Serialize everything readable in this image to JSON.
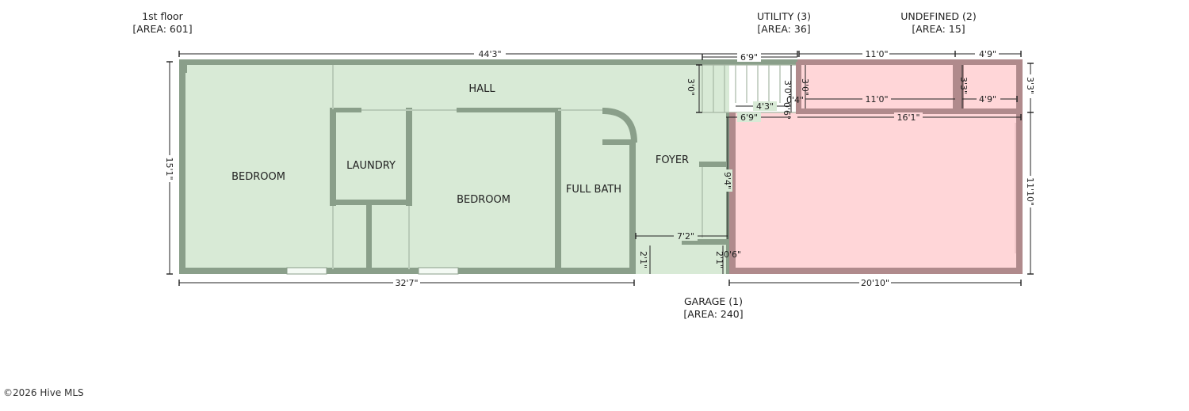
{
  "colors": {
    "living_fill": "#d8ead6",
    "living_wall": "#8a9f8a",
    "garage_fill": "#ffd6d8",
    "garage_wall": "#b08a8c",
    "window": "#f4faf4"
  },
  "headers": {
    "floor": {
      "name": "1st floor",
      "area": "[AREA: 601]"
    },
    "utility": {
      "name": "UTILITY (3)",
      "area": "[AREA: 36]"
    },
    "undefined": {
      "name": "UNDEFINED (2)",
      "area": "[AREA: 15]"
    },
    "garage": {
      "name": "GARAGE (1)",
      "area": "[AREA: 240]"
    }
  },
  "rooms": {
    "hall": "HALL",
    "bedroom_left": "BEDROOM",
    "laundry": "LAUNDRY",
    "bedroom_center": "BEDROOM",
    "full_bath": "FULL BATH",
    "foyer": "FOYER"
  },
  "dimensions": {
    "top_overall": "44'3\"",
    "top_stair": "6'9\"",
    "top_utility": "11'0\"",
    "top_undefined": "4'9\"",
    "left_height": "15'1\"",
    "bottom_living": "32'7\"",
    "bottom_garage": "20'10\"",
    "right_upper": "3'3\"",
    "right_garage": "11'10\"",
    "stair_height": "3'0\"",
    "stair_height_right": "3'0\"",
    "stair_small": "0'4\"",
    "stair_tiny": "0'6\"",
    "stair_inner_width": "4'3\"",
    "stair_lower_width": "6'9\"",
    "utility_height": "3'0\"",
    "utility_inner_width": "11'0\"",
    "undefined_height": "3'3\"",
    "undefined_inner_width": "4'9\"",
    "garage_inner_width": "16'1\"",
    "foyer_height": "9'4\"",
    "foyer_width": "7'2\"",
    "step_left": "2'1\"",
    "step_right": "2'1\"",
    "step_small": "0'6\""
  },
  "copyright": "©2026 Hive MLS"
}
